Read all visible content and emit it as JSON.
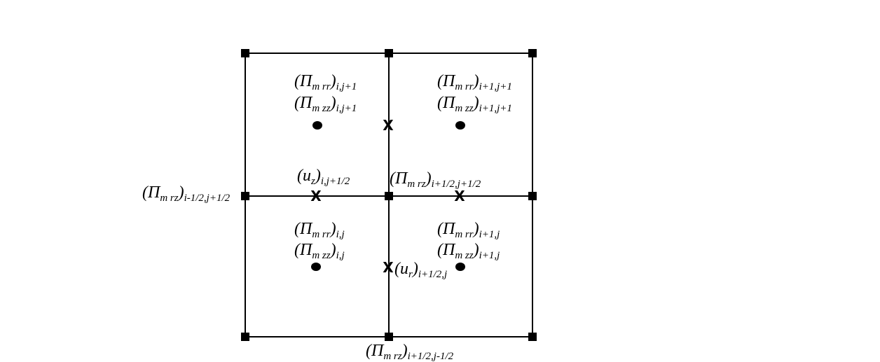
{
  "labels": {
    "pi_rr_ij1": {
      "base": "(Π",
      "sub1": "m rr",
      "close": ")",
      "sub2": "i,j+1"
    },
    "pi_zz_ij1": {
      "base": "(Π",
      "sub1": "m zz",
      "close": ")",
      "sub2": "i,j+1"
    },
    "pi_rr_i1j1": {
      "base": "(Π",
      "sub1": "m rr",
      "close": ")",
      "sub2": "i+1,j+1"
    },
    "pi_zz_i1j1": {
      "base": "(Π",
      "sub1": "m zz",
      "close": ")",
      "sub2": "i+1,j+1"
    },
    "uz": {
      "base": "(u",
      "sub1": "z",
      "close": ")",
      "sub2": "i,j+1/2"
    },
    "pi_rz_center": {
      "base": "(Π",
      "sub1": "m rz",
      "close": ")",
      "sub2": "i+1/2,j+1/2"
    },
    "pi_rz_left": {
      "base": "(Π",
      "sub1": "m rz",
      "close": ")",
      "sub2": "i-1/2,j+1/2"
    },
    "pi_rr_ij": {
      "base": "(Π",
      "sub1": "m rr",
      "close": ")",
      "sub2": "i,j"
    },
    "pi_zz_ij": {
      "base": "(Π",
      "sub1": "m zz",
      "close": ")",
      "sub2": "i,j"
    },
    "pi_rr_i1j": {
      "base": "(Π",
      "sub1": "m rr",
      "close": ")",
      "sub2": "i+1,j"
    },
    "pi_zz_i1j": {
      "base": "(Π",
      "sub1": "m zz",
      "close": ")",
      "sub2": "i+1,j"
    },
    "ur": {
      "base": "(u",
      "sub1": "r",
      "close": ")",
      "sub2": "i+1/2,j"
    },
    "pi_rz_bottom": {
      "base": "(Π",
      "sub1": "m rz",
      "close": ")",
      "sub2": "i+1/2,j-1/2"
    }
  },
  "markers": {
    "cross_glyph": "X"
  },
  "colors": {
    "ink": "#000000",
    "background": "#ffffff"
  }
}
